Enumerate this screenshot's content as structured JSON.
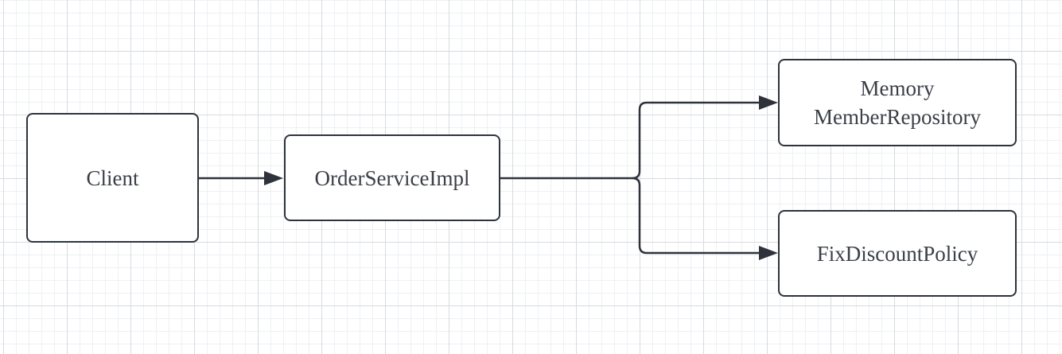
{
  "diagram": {
    "nodes": {
      "client": {
        "label": "Client"
      },
      "order_service": {
        "label": "OrderServiceImpl"
      },
      "memory_repository": {
        "lines": [
          "Memory",
          "MemberRepository"
        ]
      },
      "fix_discount": {
        "label": "FixDiscountPolicy"
      }
    },
    "edges": [
      {
        "from": "Client",
        "to": "OrderServiceImpl"
      },
      {
        "from": "OrderServiceImpl",
        "to": "Memory MemberRepository"
      },
      {
        "from": "OrderServiceImpl",
        "to": "FixDiscountPolicy"
      }
    ],
    "colors": {
      "stroke": "#2e333b",
      "text": "#3a3f47",
      "grid_major": "#d7dbe0",
      "grid_minor": "#eef0f3",
      "background": "#ffffff"
    }
  }
}
